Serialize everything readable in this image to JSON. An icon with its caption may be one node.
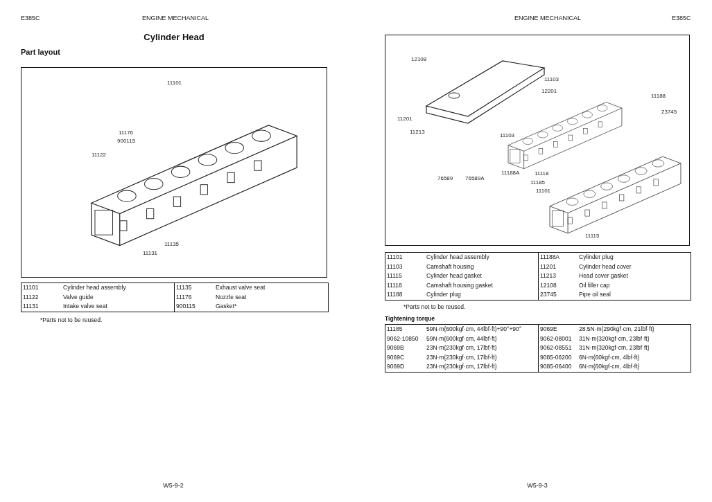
{
  "diagram": {
    "title": "Cylinder Head",
    "labels": [
      "E385C",
      "ENGINE MECHANICAL",
      "ENGINE MECHANICAL",
      "E385C",
      "Part layout",
      "11101",
      "11176",
      "900115",
      "11122",
      "11135",
      "11131",
      "11101",
      "Cylinder head assembly",
      "11135",
      "Exhaust valve seat",
      "11122",
      "Valve guide",
      "11176",
      "Nozzle seat",
      "11131",
      "Intake valve seat",
      "900115",
      "Gasket*",
      "*Parts not to be reused.",
      "12108",
      "11201",
      "11213",
      "12201",
      "11103",
      "11103",
      "11188",
      "23745",
      "11188A",
      "11118",
      "11185",
      "11101",
      "11115",
      "76589",
      "76589A",
      "11101",
      "Cylinder head assembly",
      "11188A",
      "Cylinder plug",
      "11103",
      "Camshaft housing",
      "11201",
      "Cylinder head cover",
      "11115",
      "Cylinder head gasket",
      "11213",
      "Head cover gasket",
      "11118",
      "Camshaft housing gasket",
      "12108",
      "Oil filler cap",
      "11188",
      "Cylinder plug",
      "23745",
      "Pipe oil seal",
      "*Parts not to be reused.",
      "Tightening torque",
      "11185",
      "59N·m{600kgf·cm, 44lbf·ft}+90°+90°",
      "9069E",
      "28.5N·m{290kgf·cm, 21lbf·ft}",
      "9062-10850",
      "59N·m{600kgf·cm, 44lbf·ft}",
      "9062-08001",
      "31N·m{320kgf·cm, 23lbf·ft}",
      "9069B",
      "23N·m{230kgf·cm, 17lbf·ft}",
      "9062-08551",
      "31N·m{320kgf·cm, 23lbf·ft}",
      "9069C",
      "23N·m{230kgf·cm, 17lbf·ft}",
      "9085-06200",
      "6N·m{60kgf·cm, 4lbf·ft}",
      "9069D",
      "23N·m{230kgf·cm, 17lbf·ft}",
      "9085-06400",
      "6N·m{60kgf·cm, 4lbf·ft}",
      "W5-9-2",
      "W5-9-3"
    ]
  }
}
